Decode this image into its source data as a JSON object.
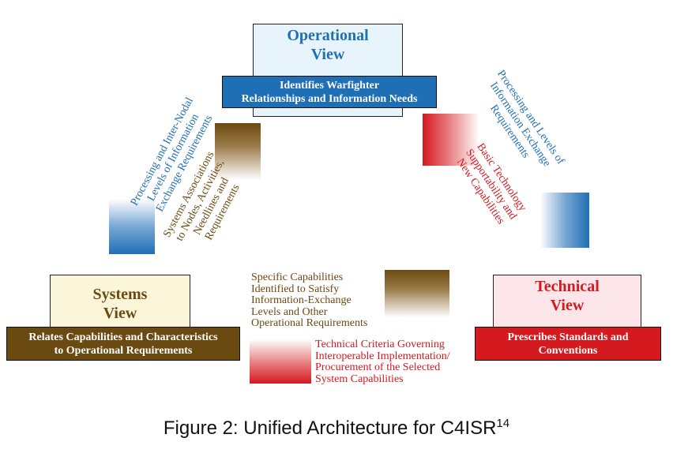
{
  "operational": {
    "title": [
      "Operational",
      "View"
    ],
    "banner": [
      "Identifies Warfighter",
      "Relationships and Information Needs"
    ]
  },
  "systems": {
    "title": [
      "Systems",
      "View"
    ],
    "banner": [
      "Relates Capabilities and Characteristics",
      "to Operational Requirements"
    ]
  },
  "technical": {
    "title": [
      "Technical",
      "View"
    ],
    "banner": [
      "Prescribes Standards and",
      "Conventions"
    ]
  },
  "labels": {
    "op_to_sys": [
      "Processing and Inter-Nodal",
      "Levels of Information",
      "Exchange Requirements"
    ],
    "sys_to_op": [
      "Systems Associations",
      "to Nodes, Activities,",
      "Needlines and",
      "Requirements"
    ],
    "op_to_tech": [
      "Processing and Levels of",
      "Information Exchange",
      "Requirements"
    ],
    "tech_to_op": [
      "Basic Technology",
      "Supportability and",
      "New Capabilities"
    ],
    "sys_to_tech": [
      "Specific Capabilities",
      "Identified to Satisfy",
      "Information-Exchange",
      "Levels and Other",
      "Operational Requirements"
    ],
    "tech_to_sys": [
      "Technical Criteria Governing",
      "Interoperable Implementation/",
      "Procurement of the Selected",
      "System Capabilities"
    ]
  },
  "caption": {
    "text": "Figure 2: Unified Architecture for C4ISR",
    "superscript": "14"
  },
  "colors": {
    "operational_fill": "#e8f4fb",
    "operational_title": "#1f6fb5",
    "operational_banner": "#1f6fb5",
    "systems_fill": "#fbf6d9",
    "systems_title": "#6b4a12",
    "systems_banner": "#6b4a12",
    "technical_fill": "#fde6ea",
    "technical_title": "#d4191f",
    "technical_banner": "#d4191f"
  }
}
